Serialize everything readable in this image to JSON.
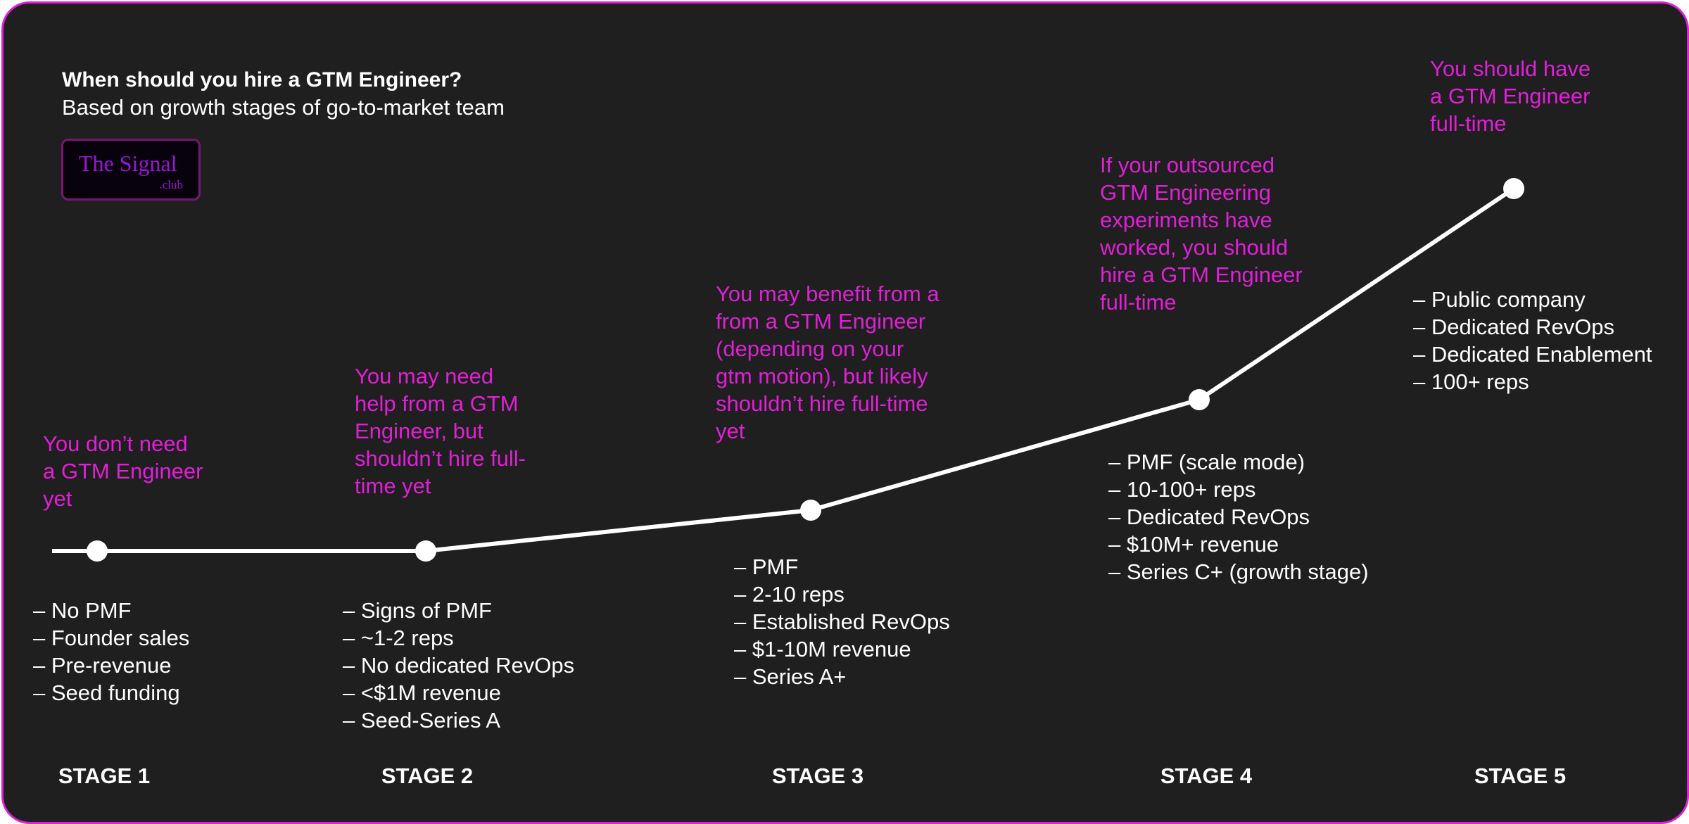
{
  "header": {
    "title": "When should you hire a GTM Engineer?",
    "subtitle": "Based on growth stages of go-to-market team"
  },
  "logo": {
    "main": "The Signal",
    "sub": ".club"
  },
  "colors": {
    "background": "#1f1f1f",
    "accent": "#e020d6",
    "text": "#ffffff",
    "logo": "#9a14d6"
  },
  "stages": [
    {
      "label": "STAGE 1",
      "note": "You don’t need a GTM Engineer yet",
      "details": [
        "No PMF",
        "Founder sales",
        "Pre-revenue",
        "Seed funding"
      ]
    },
    {
      "label": "STAGE 2",
      "note": "You may need help from a GTM Engineer, but shouldn’t hire full-time yet",
      "details": [
        "Signs of PMF",
        "~1-2 reps",
        "No dedicated RevOps",
        "<$1M revenue",
        "Seed-Series A"
      ]
    },
    {
      "label": "STAGE 3",
      "note": "You may benefit from a from a GTM Engineer (depending on your gtm motion), but likely shouldn’t hire full-time yet",
      "details": [
        "PMF",
        "2-10 reps",
        "Established RevOps",
        "$1-10M revenue",
        "Series A+"
      ]
    },
    {
      "label": "STAGE 4",
      "note": "If your outsourced GTM Engineering experiments have worked, you should hire a GTM Engineer full-time",
      "details": [
        "PMF (scale mode)",
        "10-100+ reps",
        "Dedicated RevOps",
        "$10M+ revenue",
        "Series C+ (growth stage)"
      ]
    },
    {
      "label": "STAGE 5",
      "note": "You should have a GTM Engineer full-time",
      "details": [
        "Public company",
        "Dedicated RevOps",
        "Dedicated Enablement",
        "100+ reps"
      ]
    }
  ]
}
